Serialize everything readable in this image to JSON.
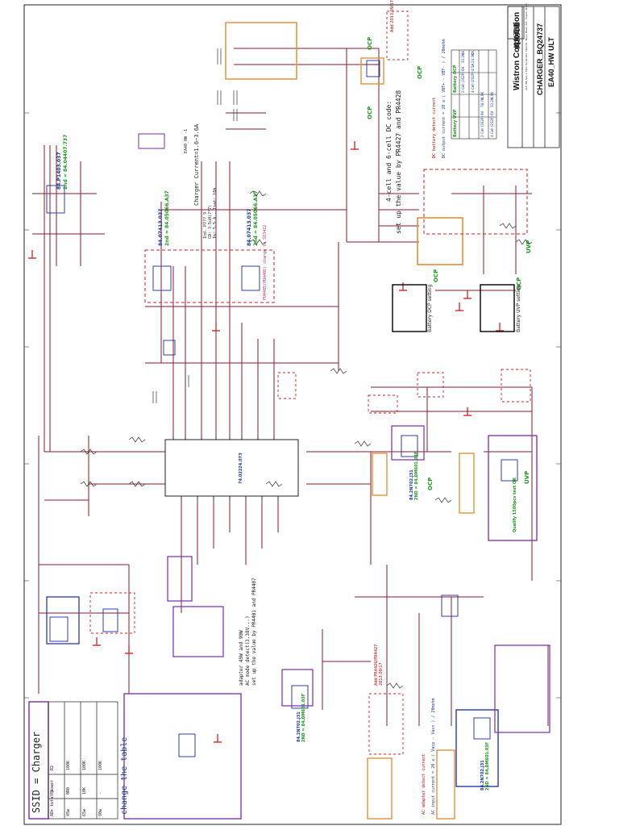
{
  "title_block": {
    "company": "Wistron Corporation",
    "address": "21F, 88, Sec.1, Hsin Tai Wu Rd., Hsichih, Taipei Hsien 221, Taiwan, R.O.C.",
    "sheet_title": "CHARGER_BQ24737",
    "project": "EA40_HW ULT",
    "chinese_mark": "緯創資通"
  },
  "ssid_label": "SSID = Charger",
  "power_table": {
    "caption": "change the table",
    "headers": [
      "AD+ total power",
      "R1",
      "R2"
    ],
    "rows": [
      [
        "45w",
        "0R0",
        "100K"
      ],
      [
        "65w",
        "10K",
        "100K"
      ],
      [
        "90w",
        "-",
        "100K"
      ]
    ]
  },
  "notes": {
    "charger_current": "Charger Current=1.6~3.6A",
    "cell_note_1": "4-cell and 6-cell DC code:",
    "cell_note_2": "set up the value by PR4427 and PR4428",
    "adapter_note_1": "adapter 45W and 90W",
    "adapter_note_2": "AC mode detect(3.38V...)",
    "adapter_note_3": "set up the value by PR4401 and PR4407",
    "dc_output_current": "DC output current = 20 x ( VBT+ - VBT- ) / 20mohm",
    "dc_detect_current": "DC battery detect current",
    "ac_input_current": "AC input current = 20 x ( Vacp - Vacn ) / 20mohm",
    "ac_detect_current": "AC adapter detect current",
    "pu_change": "PU4405(PU4406) change to SI3412",
    "charger_ic": "74.02224.073",
    "qualify": "Qualify 1500pcs test OK",
    "rel_note": "Add PR4426/PR4427",
    "rel_date": "2013.09/17",
    "rel_note_2": "Add 2013.09/17",
    "mosfet_spec_1": "84.07413.037",
    "mosfet_spec_2": "2nd = 84.05066.A37",
    "mosfet_spec_3": "84.P1403.037",
    "mosfet_spec_4": "2nd = 84.04407.737",
    "fet_spec": "84.2N702.J31",
    "fet_spec_2": "2ND = 84.DM601.03F",
    "inductor_note": "Ind. P7?? 9",
    "inductor_spec": "CD: 3.5uH(7*7)",
    "inductor_spec_2": "Io: 5.5 A , Isat: 10A",
    "sheet_ref": "EA40_HW -1"
  },
  "ocp_labels": [
    "OCP",
    "OCP",
    "OCP",
    "OCP",
    "OCP",
    "OCP"
  ],
  "uvp_labels": [
    "UVP",
    "UVP"
  ],
  "battery_ocp": "Battery OCP setting",
  "battery_uvp": "Battery UVP setting",
  "battery_table": {
    "ocp_rows": [
      [
        "2-Cell (3S2P)",
        "6A",
        "33.2K",
        "4K"
      ],
      [
        "4-Cell (2S2P)",
        "4.5A",
        "24.3K",
        "4K"
      ]
    ],
    "uvp_rows": [
      [
        "2-Cell (3S2P)",
        "9V",
        "78.7K",
        "4.9K"
      ],
      [
        "4-Cell (2S2P)",
        "6V",
        "33.2K",
        "4.9K"
      ]
    ],
    "ocp_title": "Battery OCP",
    "uvp_title": "Battery UVP"
  },
  "colors": {
    "wire": "#8a1a2e",
    "ground": "#d01010",
    "block_purple": "#7a2aa8",
    "block_orange": "#e08a2a",
    "block_red_dash": "#d02020",
    "block_black": "#000000",
    "block_blue": "#1a2aa8",
    "text_green": "#1a9a1a"
  }
}
